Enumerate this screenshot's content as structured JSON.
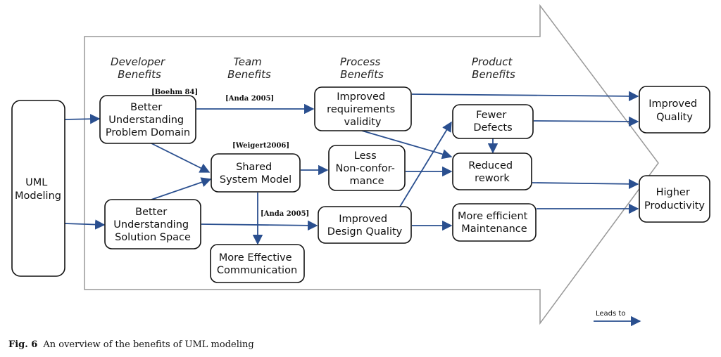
{
  "headers": {
    "developer": [
      "Developer",
      "Benefits"
    ],
    "team": [
      "Team",
      "Benefits"
    ],
    "process": [
      "Process",
      "Benefits"
    ],
    "product": [
      "Product",
      "Benefits"
    ]
  },
  "nodes": {
    "uml": [
      "UML",
      "Modeling"
    ],
    "problem_domain": [
      "Better",
      "Understanding",
      "Problem Domain"
    ],
    "solution_space": [
      "Better",
      "Understanding",
      "Solution Space"
    ],
    "shared_model": [
      "Shared",
      "System Model"
    ],
    "communication": [
      "More Effective",
      "Communication"
    ],
    "requirements": [
      "Improved",
      "requirements",
      "validity"
    ],
    "nonconformance": [
      "Less",
      "Non-confor-",
      "mance"
    ],
    "design_quality": [
      "Improved",
      "Design Quality"
    ],
    "fewer_defects": [
      "Fewer",
      "Defects"
    ],
    "reduced_rework": [
      "Reduced",
      "rework"
    ],
    "maintenance": [
      "More efficient",
      "Maintenance"
    ],
    "quality": [
      "Improved",
      "Quality"
    ],
    "productivity": [
      "Higher",
      "Productivity"
    ]
  },
  "citations": {
    "boehm": "[Boehm 84]",
    "anda1": "[Anda 2005]",
    "weigert": "[Weigert2006]",
    "anda2": "[Anda 2005]"
  },
  "legend": {
    "label": "Leads to"
  },
  "caption": {
    "fig": "Fig. 6",
    "text": "An overview of the benefits of UML modeling"
  },
  "colors": {
    "arrow": "#2a4f8f",
    "outline": "#999999",
    "box_stroke": "#111111"
  }
}
